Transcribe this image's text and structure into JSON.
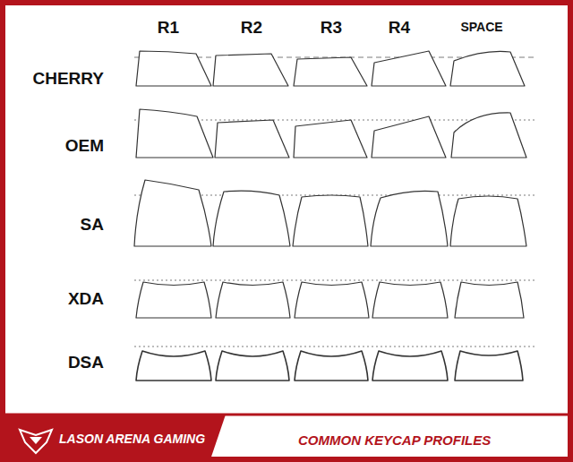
{
  "diagram": {
    "title": "COMMON KEYCAP PROFILES",
    "labels": [
      "R1",
      "R2",
      "R3",
      "R4",
      "SPACE",
      "CHERRY",
      "OEM",
      "SA",
      "XDA",
      "DSA",
      "LASON ARENA GAMING"
    ]
  }
}
